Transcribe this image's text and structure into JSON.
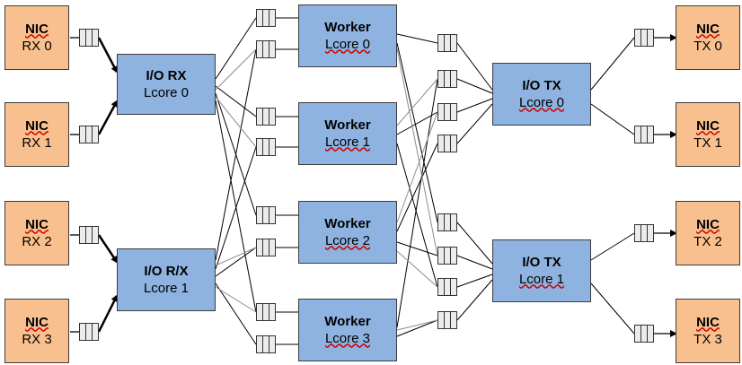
{
  "nic_rx": [
    {
      "title": "NIC",
      "port": "RX 0"
    },
    {
      "title": "NIC",
      "port": "RX 1"
    },
    {
      "title": "NIC",
      "port": "RX 2"
    },
    {
      "title": "NIC",
      "port": "RX 3"
    }
  ],
  "nic_tx": [
    {
      "title": "NIC",
      "port": "TX 0"
    },
    {
      "title": "NIC",
      "port": "TX 1"
    },
    {
      "title": "NIC",
      "port": "TX 2"
    },
    {
      "title": "NIC",
      "port": "TX 3"
    }
  ],
  "io_rx": [
    {
      "title": "I/O RX",
      "lcore": "Lcore 0"
    },
    {
      "title": "I/O R/X",
      "lcore": "Lcore 1"
    }
  ],
  "workers": [
    {
      "title": "Worker",
      "lcore": "Lcore 0"
    },
    {
      "title": "Worker",
      "lcore": "Lcore 1"
    },
    {
      "title": "Worker",
      "lcore": "Lcore 2"
    },
    {
      "title": "Worker",
      "lcore": "Lcore 3"
    }
  ],
  "io_tx": [
    {
      "title": "I/O TX",
      "lcore": "Lcore 0"
    },
    {
      "title": "I/O TX",
      "lcore": "Lcore 1"
    }
  ],
  "colors": {
    "nic_fill": "#f9c08f",
    "core_fill": "#8eb3e0",
    "line_primary": "#000000",
    "line_secondary": "#8c8c8c"
  }
}
